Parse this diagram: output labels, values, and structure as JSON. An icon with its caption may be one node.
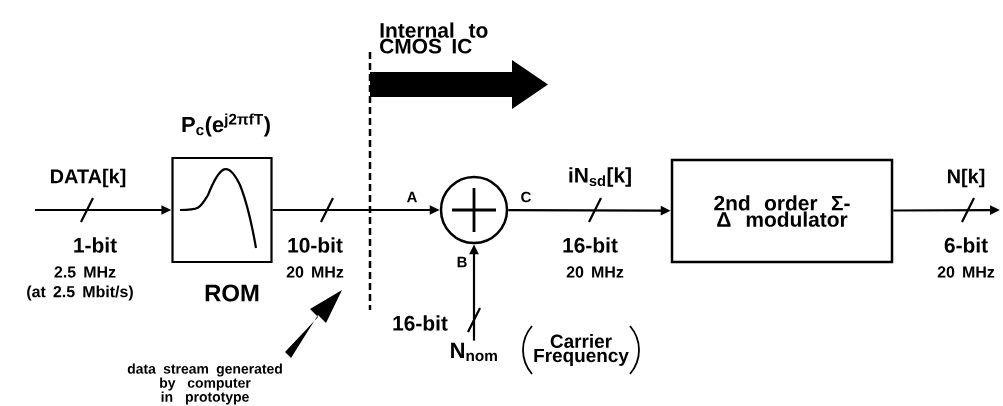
{
  "diagram": {
    "nodes": [
      {
        "text": [
          "P$_{c}$(e$^{j2πfT}$)",
          "ROM"
        ]
      },
      {
        "text": [],
        "shape": "circle"
      },
      {
        "text": [
          "2nd order Σ- Δ modulator"
        ]
      },
      {
        "text": [
          "N$_{nom}$"
        ],
        "beside": [
          "Carrier Frequency"
        ]
      }
    ],
    "edges": [
      {
        "from": null,
        "to": 0,
        "arrow": "to",
        "label": "DATA[k]"
      },
      {
        "from": 0,
        "to": 1,
        "arrow": "to",
        "label": "A"
      },
      {
        "from": 3,
        "to": 1,
        "arrow": "to",
        "label": "B"
      },
      {
        "from": 1,
        "to": 2,
        "arrow": "to",
        "label": "C"
      },
      {
        "from": 2,
        "to": null,
        "arrow": "to",
        "label": "N[k]"
      }
    ],
    "labels": [
      "Internal to CMOS IC",
      "1-bit",
      "2.5 MHz",
      "(at 2.5 Mbit/s)",
      "10-bit",
      "20 MHz",
      "iN$_{sd}$[k]",
      "16-bit",
      "20 MHz",
      "6-bit",
      "20 MHz",
      "16-bit",
      "data stream generated by computer in prototype"
    ]
  }
}
